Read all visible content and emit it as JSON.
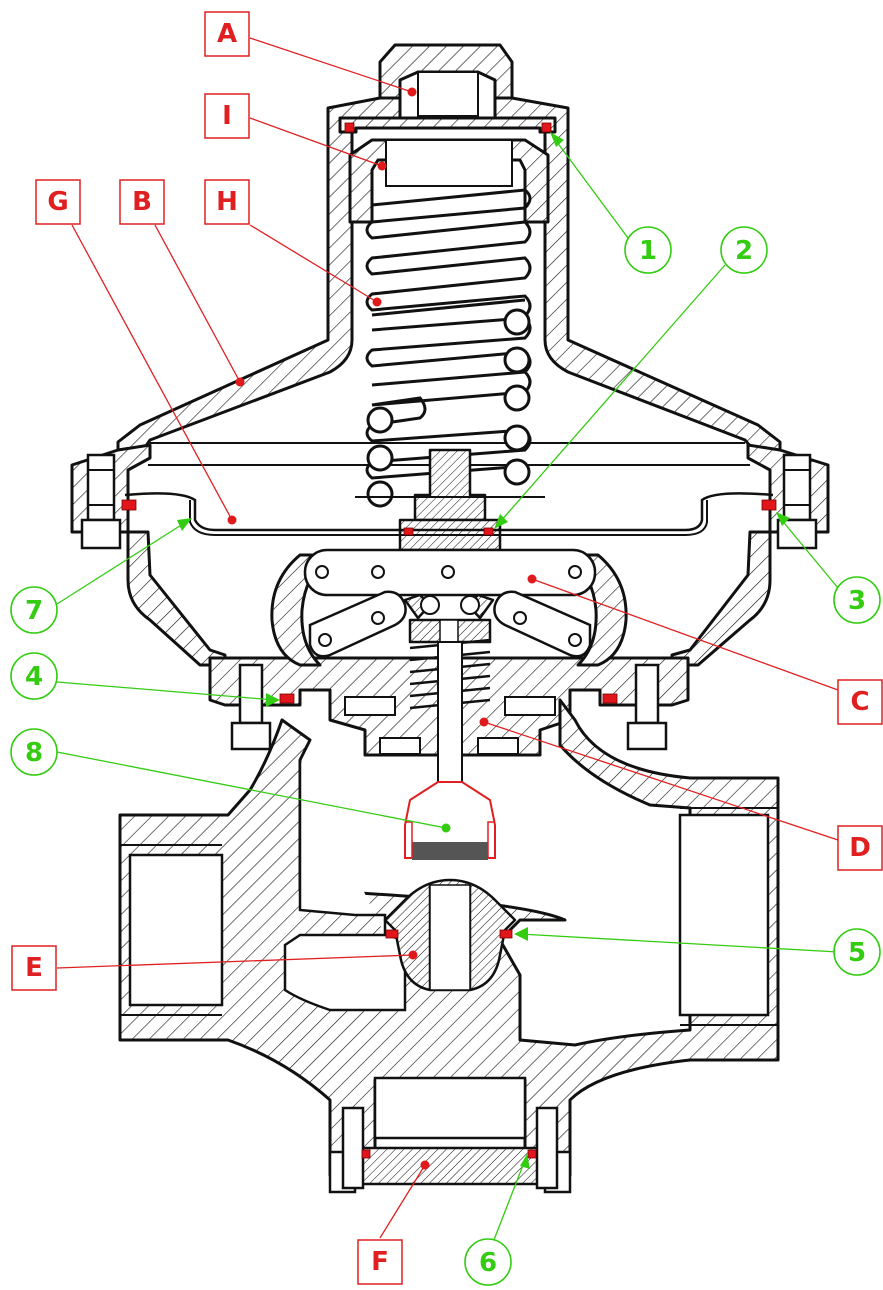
{
  "labels": {
    "A": "A",
    "B": "B",
    "C": "C",
    "D": "D",
    "E": "E",
    "F": "F",
    "G": "G",
    "H": "H",
    "I": "I"
  },
  "callouts": {
    "n1": "1",
    "n2": "2",
    "n3": "3",
    "n4": "4",
    "n5": "5",
    "n6": "6",
    "n7": "7",
    "n8": "8"
  },
  "colors": {
    "part_label": "#e02020",
    "seal_label": "#33cc11",
    "seal": "#e0161b"
  }
}
